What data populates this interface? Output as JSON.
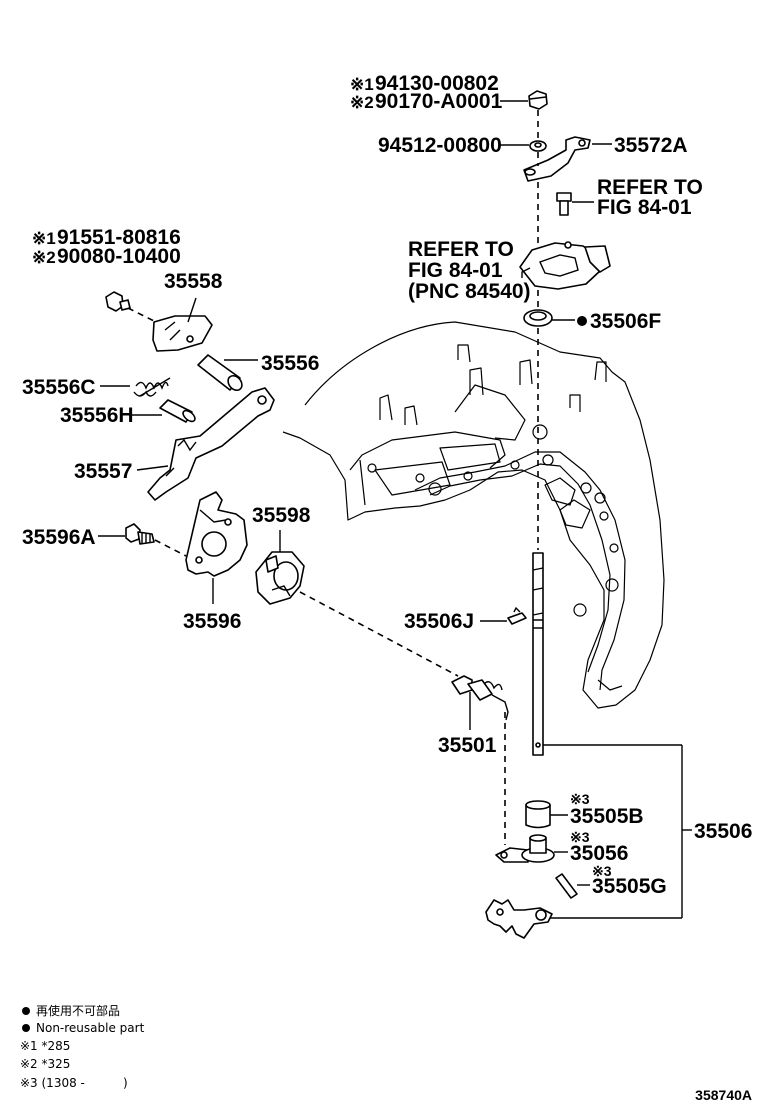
{
  "refs": {
    "r1": "※1",
    "r2": "※2",
    "r3": "※3"
  },
  "parts": {
    "nut_r1": "94130-00802",
    "nut_r2": "90170-A0001",
    "washer": "94512-00800",
    "lever_top": "35572A",
    "refer1_line1": "REFER TO",
    "refer1_line2": "FIG 84-01",
    "refer2_line1": "REFER TO",
    "refer2_line2": "FIG 84-01",
    "refer2_line3": "(PNC 84540)",
    "seal": "35506F",
    "bolt_r1": "91551-80816",
    "bolt_r2": "90080-10400",
    "p35558": "35558",
    "p35556": "35556",
    "p35556C": "35556C",
    "p35556H": "35556H",
    "p35557": "35557",
    "p35596A": "35596A",
    "p35598": "35598",
    "p35596": "35596",
    "p35506J": "35506J",
    "p35501": "35501",
    "p35505B": "35505B",
    "p35056": "35056",
    "p35505G": "35505G",
    "p35506": "35506"
  },
  "notes": {
    "non_reusable_jp": "再使用不可部品",
    "non_reusable_en": "Non-reusable part",
    "note1": "※1 *285",
    "note2": "※2 *325",
    "note3": "※3 (1308 -          )"
  },
  "figure_id": "358740A"
}
